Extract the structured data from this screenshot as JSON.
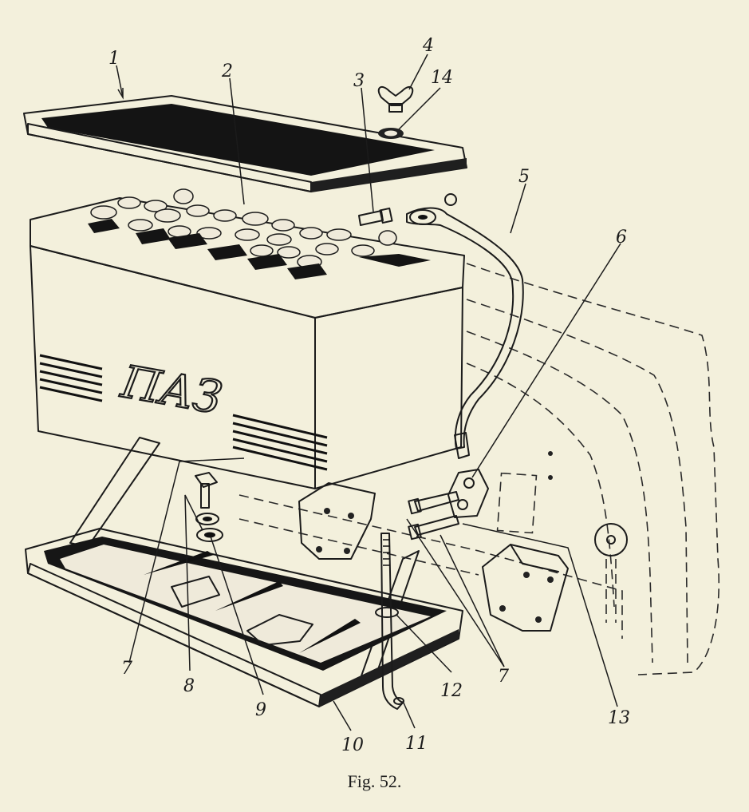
{
  "caption": "Fig. 52.",
  "battery_logo": "ПАЗ",
  "callouts": [
    "1",
    "2",
    "3",
    "4",
    "14",
    "5",
    "6",
    "7",
    "8",
    "9",
    "10",
    "11",
    "12",
    "7",
    "13"
  ]
}
